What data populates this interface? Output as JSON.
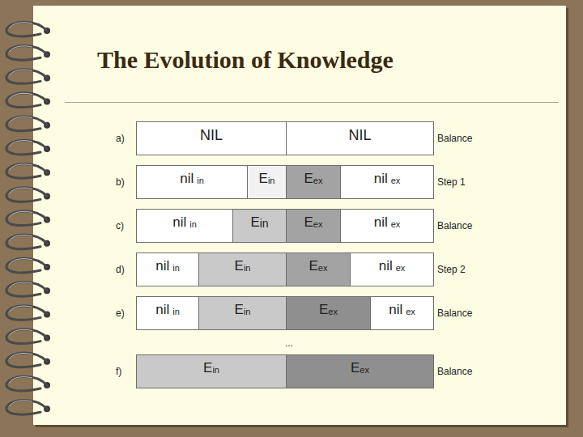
{
  "diagram": {
    "title": "The Evolution of Knowledge",
    "nodes": [
      {
        "text": [
          "NIL"
        ]
      },
      {
        "text": [
          "NIL"
        ]
      },
      {
        "text": [
          "nil",
          "in"
        ]
      },
      {
        "text": [
          "E",
          "in"
        ]
      },
      {
        "text": [
          "E",
          "ex"
        ]
      },
      {
        "text": [
          "nil",
          "ex"
        ]
      },
      {
        "text": [
          "nil",
          "in"
        ]
      },
      {
        "text": [
          "E",
          "in"
        ]
      },
      {
        "text": [
          "E",
          "ex"
        ]
      },
      {
        "text": [
          "nil",
          "ex"
        ]
      },
      {
        "text": [
          "nil",
          "in"
        ]
      },
      {
        "text": [
          "E",
          "in"
        ]
      },
      {
        "text": [
          "E",
          "ex"
        ]
      },
      {
        "text": [
          "nil",
          "ex"
        ]
      },
      {
        "text": [
          "nil",
          "in"
        ]
      },
      {
        "text": [
          "E",
          "in"
        ]
      },
      {
        "text": [
          "E",
          "ex"
        ]
      },
      {
        "text": [
          "nil",
          "ex"
        ]
      },
      {
        "text": [
          "E",
          "in"
        ]
      },
      {
        "text": [
          "E",
          "ex"
        ]
      }
    ],
    "labels": [
      "a)",
      "Balance",
      "b)",
      "Step 1",
      "c)",
      "Balance",
      "d)",
      "Step 2",
      "e)",
      "Balance",
      "...",
      "f)",
      "Balance"
    ]
  }
}
